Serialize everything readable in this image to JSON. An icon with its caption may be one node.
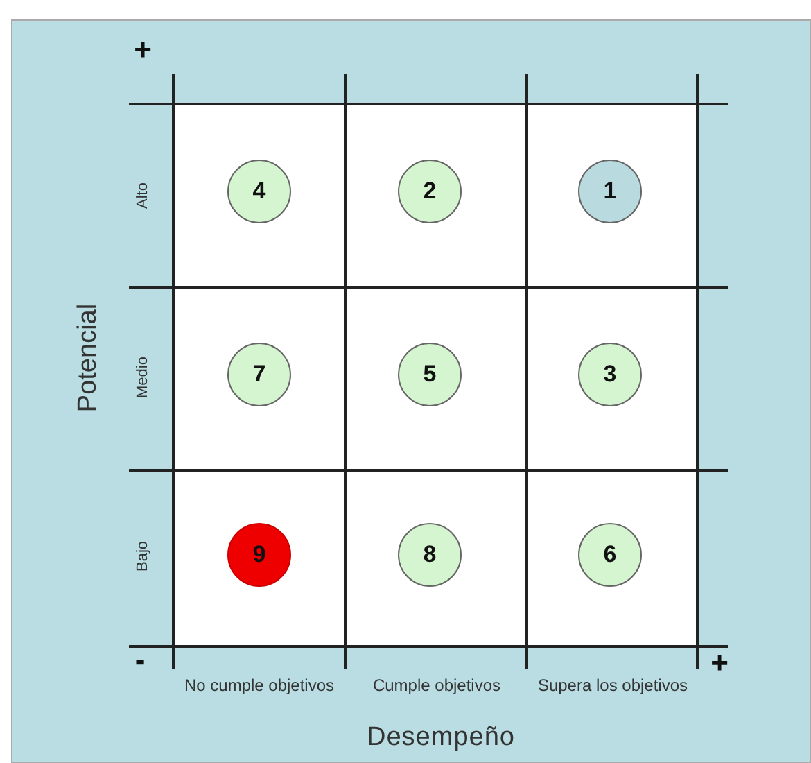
{
  "diagram": {
    "nodes": [
      {
        "text": [
          "4"
        ]
      },
      {
        "text": [
          "2"
        ]
      },
      {
        "text": [
          "1"
        ]
      },
      {
        "text": [
          "7"
        ]
      },
      {
        "text": [
          "5"
        ]
      },
      {
        "text": [
          "3"
        ]
      },
      {
        "text": [
          "9"
        ]
      },
      {
        "text": [
          "8"
        ]
      },
      {
        "text": [
          "6"
        ]
      }
    ],
    "edges": [],
    "labels": [
      "+",
      "Potencial",
      "Alto",
      "Medio",
      "Bajo",
      "-",
      "No cumple objetivos",
      "Cumple objetivos",
      "Supera los objetivos",
      "+",
      "Desempeño"
    ]
  }
}
